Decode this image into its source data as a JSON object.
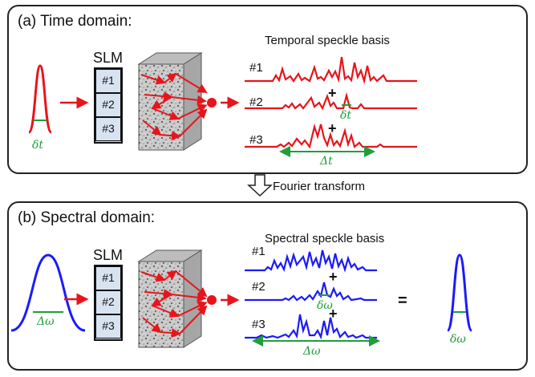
{
  "panel_a": {
    "title": "(a) Time domain:",
    "basis_title": "Temporal speckle basis",
    "slm_label": "SLM",
    "slm_cells": [
      "#1",
      "#2",
      "#3"
    ],
    "trace_labels": [
      "#1",
      "#2",
      "#3"
    ],
    "plus": "+",
    "input_width_label": "δt",
    "peak_width_label": "δt",
    "span_label": "Δt",
    "pulse_color": "#e8141b"
  },
  "transform": {
    "label": "Fourier transform"
  },
  "panel_b": {
    "title": "(b) Spectral domain:",
    "basis_title": "Spectral speckle basis",
    "slm_label": "SLM",
    "slm_cells": [
      "#1",
      "#2",
      "#3"
    ],
    "trace_labels": [
      "#1",
      "#2",
      "#3"
    ],
    "plus": "+",
    "equals": "=",
    "input_width_label": "Δω",
    "peak_width_label": "δω",
    "span_label": "Δω",
    "output_width_label": "δω",
    "pulse_color": "#1a1aff"
  },
  "colors": {
    "red": "#e8141b",
    "blue": "#1a1aff",
    "green": "#1f9e3a",
    "slm_fill": "#d8e3f2"
  }
}
